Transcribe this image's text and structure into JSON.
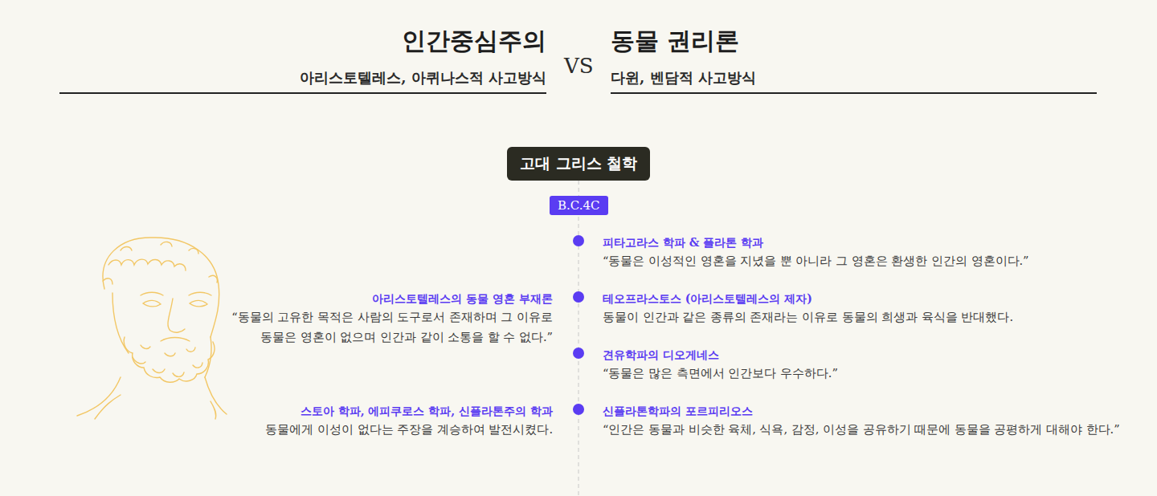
{
  "diagram": {
    "nodes": [
      {
        "text": [
          "고대 그리스 철학"
        ]
      },
      {
        "text": [
          "B.C.4C"
        ]
      }
    ],
    "edges": [
      {
        "from": 0,
        "to": 1,
        "arrow": "none"
      }
    ],
    "labels": [
      "인간중심주의",
      "아리스토텔레스, 아퀴나스적 사고방식",
      "VS",
      "동물 권리론",
      "다윈, 벤담적 사고방식",
      "피타고라스 학파 & 플라톤 학과",
      "“동물은 이성적인 영혼을 지녔을 뿐 아니라 그 영혼은 환생한 인간의 영혼이다.”",
      "아리스토텔레스의 동물 영혼 부재론",
      "“동물의 고유한 목적은 사람의 도구로서 존재하며 그 이유로 동물은 영혼이 없으며 인간과 같이 소통을 할 수 없다.”",
      "테오프라스토스 (아리스토텔레스의 제자)",
      "동물이 인간과 같은 종류의 존재라는 이유로 동물의 희생과 육식을 반대했다.",
      "견유학파의 디오게네스",
      "“동물은 많은 측면에서 인간보다 우수하다.”",
      "스토아 학파, 에피쿠로스 학파, 신플라톤주의 학과",
      "동물에게 이성이 없다는 주장을 계승하여 발전시켰다.",
      "신플라톤학파의 포르피리오스",
      "“인간은 동물과 비슷한 육체, 식욕, 감정, 이성을 공유하기 때문에 동물을 공평하게 대해야 한다.”"
    ]
  }
}
